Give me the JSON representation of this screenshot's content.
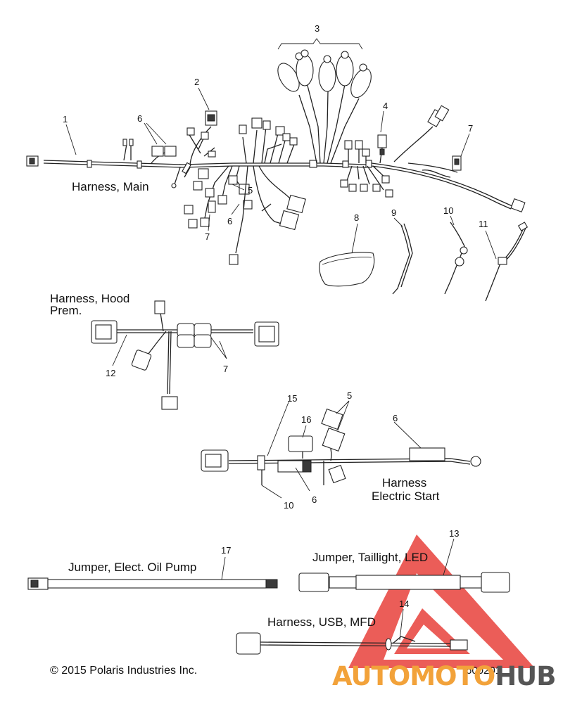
{
  "captions": {
    "harness_main": "Harness, Main",
    "harness_hood_line1": "Harness, Hood",
    "harness_hood_line2": "Prem.",
    "harness_electric_start_line1": "Harness",
    "harness_electric_start_line2": "Electric Start",
    "jumper_oil_pump": "Jumper, Elect. Oil Pump",
    "jumper_taillight": "Jumper, Taillight, LED",
    "harness_usb": "Harness, USB, MFD"
  },
  "callouts": {
    "n1": "1",
    "n2": "2",
    "n3": "3",
    "n4": "4",
    "n5a": "5",
    "n6a": "6",
    "n6b": "6",
    "n7a": "7",
    "n7b": "7",
    "n8": "8",
    "n9": "9",
    "n10a": "10",
    "n11": "11",
    "n12": "12",
    "n7c": "7",
    "n15": "15",
    "n16": "16",
    "n5b": "5",
    "n6c": "6",
    "n10b": "10",
    "n6d": "6",
    "n17": "17",
    "n13": "13",
    "n14": "14"
  },
  "footer": {
    "copyright": "© 2015 Polaris Industries Inc.",
    "part_number": "600201"
  },
  "watermark": {
    "text_part1": "AUTOMOTO",
    "text_part2": "HUB",
    "color_primary": "#e8413c",
    "color_orange": "#f2a23a",
    "color_gray": "#555555"
  }
}
